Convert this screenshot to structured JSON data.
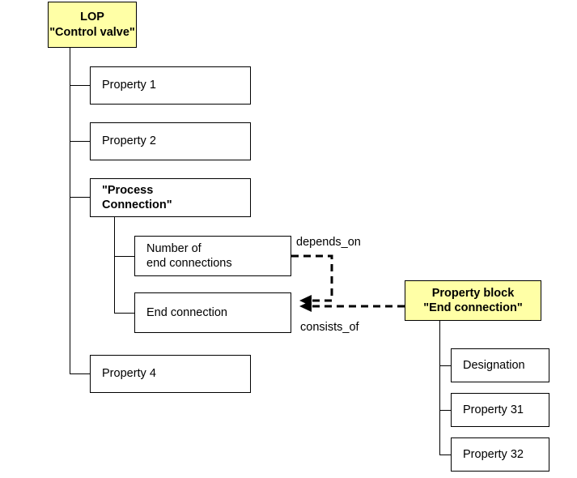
{
  "diagram": {
    "title_node": {
      "line1": "LOP",
      "line2": "\"Control valve\""
    },
    "properties": {
      "p1": "Property 1",
      "p2": "Property 2",
      "process_connection_line1": "\"Process",
      "process_connection_line2": "Connection\"",
      "number_of_end_connections_line1": "Number of",
      "number_of_end_connections_line2": "end connections",
      "end_connection": "End connection",
      "p4": "Property 4"
    },
    "property_block": {
      "line1": "Property block",
      "line2": "\"End connection\""
    },
    "block_children": {
      "designation": "Designation",
      "p31": "Property 31",
      "p32": "Property 32"
    },
    "edge_labels": {
      "depends_on": "depends_on",
      "consists_of": "consists_of"
    },
    "colors": {
      "highlight": "#ffffa6",
      "stroke": "#000000",
      "background": "#ffffff"
    }
  }
}
